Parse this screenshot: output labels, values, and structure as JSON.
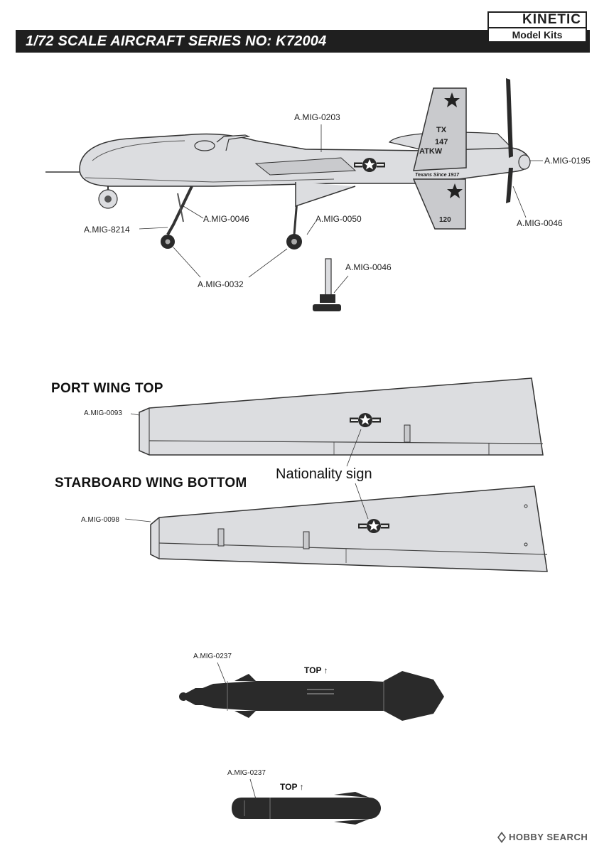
{
  "header": {
    "title": "1/72 SCALE AIRCRAFT SERIES NO: K72004",
    "logo_top": "KINETIC",
    "logo_bottom": "Model Kits"
  },
  "side_view": {
    "callouts": {
      "c0203": "A.MIG-0203",
      "c0195": "A.MIG-0195",
      "c0046_tail": "A.MIG-0046",
      "c0046_gear": "A.MIG-0046",
      "c8214": "A.MIG-8214",
      "c0050": "A.MIG-0050",
      "c0032": "A.MIG-0032",
      "c0046_detail": "A.MIG-0046"
    },
    "tail_markings": {
      "state": "TX",
      "unit_number": "147",
      "unit_code": "ATKW",
      "serial": "120",
      "motto": "Texans Since 1917"
    }
  },
  "port_wing": {
    "title": "PORT WING TOP",
    "callout": "A.MIG-0093"
  },
  "starboard_wing": {
    "title": "STARBOARD WING BOTTOM",
    "callout": "A.MIG-0098"
  },
  "nationality_sign": "Nationality sign",
  "munitions": {
    "large": {
      "callout": "A.MIG-0237",
      "orientation": "TOP ↑"
    },
    "small": {
      "callout": "A.MIG-0237",
      "orientation": "TOP ↑"
    }
  },
  "watermark": "HOBBY SEARCH",
  "colors": {
    "header_bg": "#1f1f1f",
    "airframe_gray": "#dcdde0",
    "ordnance_dark": "#2a2a2a"
  }
}
